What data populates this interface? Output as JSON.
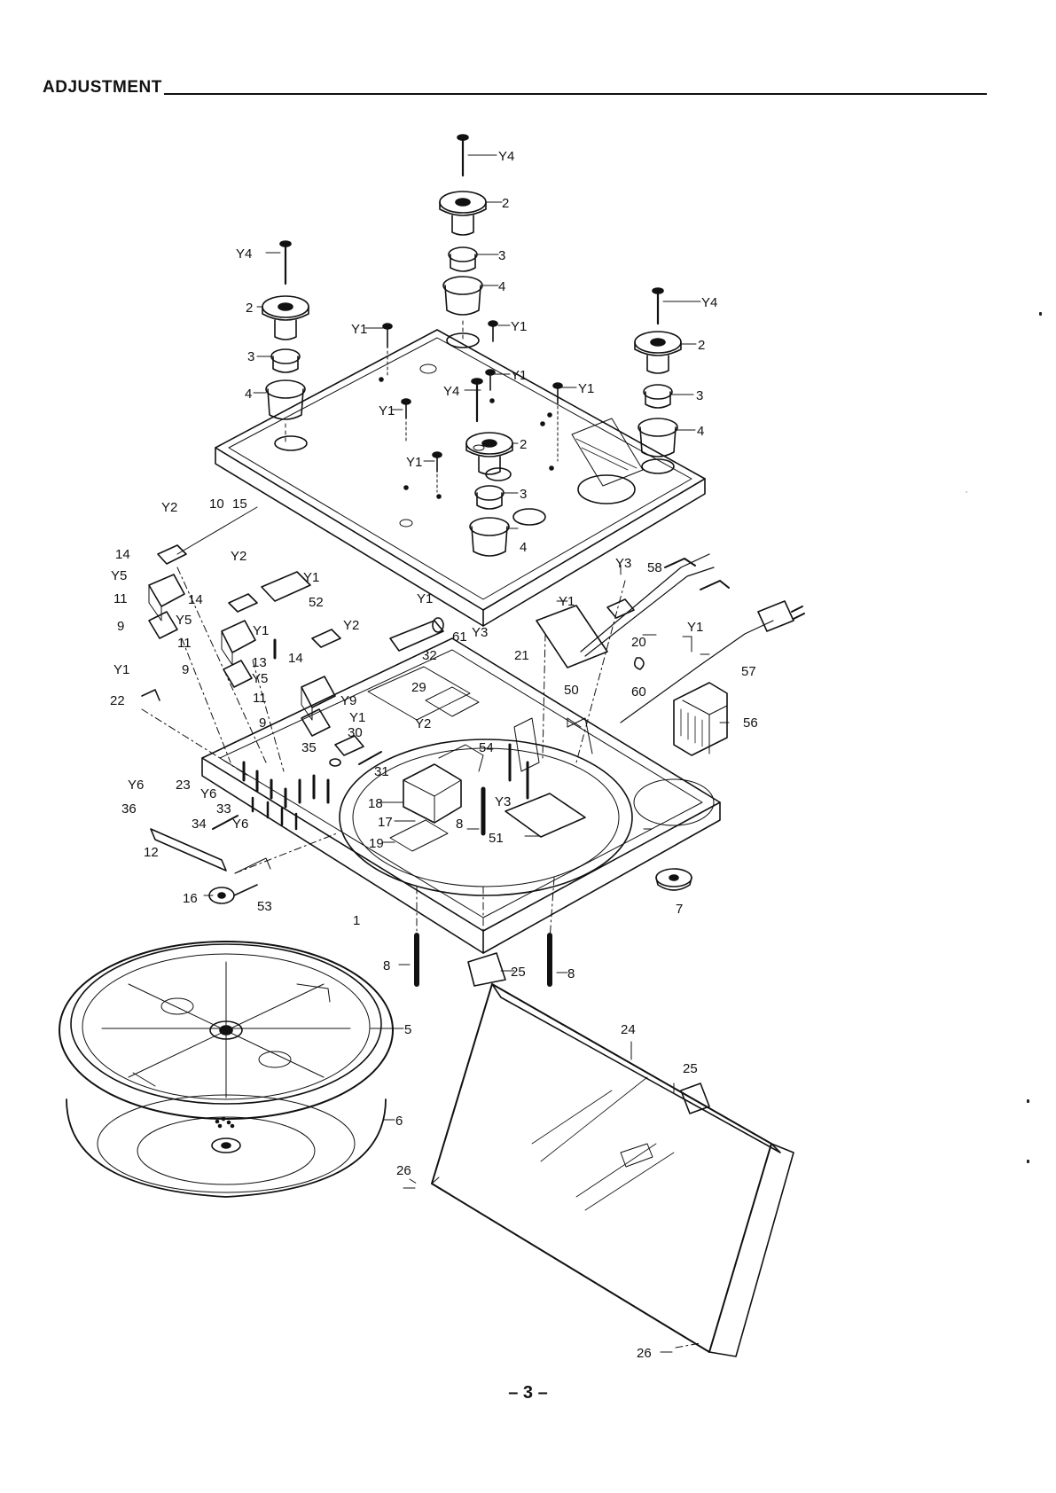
{
  "header": {
    "title": "ADJUSTMENT"
  },
  "page_number": "– 3 –",
  "callouts": {
    "y4_top": "Y4",
    "p2_top": "2",
    "p3_top": "3",
    "p4_top": "4",
    "y4_left": "Y4",
    "p2_left": "2",
    "p3_left": "3",
    "p4_left": "4",
    "y4_right": "Y4",
    "p2_right": "2",
    "p3_right": "3",
    "p4_right": "4",
    "y4_mid": "Y4",
    "p2_mid": "2",
    "p3_mid": "3",
    "p4_mid": "4",
    "y1_a": "Y1",
    "y1_b": "Y1",
    "y1_c": "Y1",
    "y1_d": "Y1",
    "y1_e": "Y1",
    "y1_f": "Y1",
    "p10": "10",
    "p15": "15",
    "y2_a": "Y2",
    "p14_a": "14",
    "y5_a": "Y5",
    "p11_a": "11",
    "p9_a": "9",
    "y2_b": "Y2",
    "y1_g": "Y1",
    "p52": "52",
    "p14_b": "14",
    "y5_b": "Y5",
    "p11_b": "11",
    "p9_b": "9",
    "y1_h": "Y1",
    "p13": "13",
    "y5_c": "Y5",
    "y2_c": "Y2",
    "p14_c": "14",
    "p11_c": "11",
    "p9_c": "9",
    "y1_i": "Y1",
    "p61": "61",
    "p32": "32",
    "y3_a": "Y3",
    "p21": "21",
    "y1_j": "Y1",
    "p50": "50",
    "y3_b": "Y3",
    "p58": "58",
    "p20": "20",
    "p60": "60",
    "y1_k": "Y1",
    "p57": "57",
    "p56": "56",
    "y1_l": "Y1",
    "p22": "22",
    "p29": "29",
    "y9": "Y9",
    "y1_m": "Y1",
    "p30": "30",
    "p35": "35",
    "p31": "31",
    "y2_d": "Y2",
    "p54": "54",
    "y6_a": "Y6",
    "p23": "23",
    "p36": "36",
    "y6_b": "Y6",
    "p34": "34",
    "p33": "33",
    "y6_c": "Y6",
    "p12": "12",
    "p18": "18",
    "p17": "17",
    "p19": "19",
    "p8_a": "8",
    "y3_c": "Y3",
    "p51": "51",
    "p16": "16",
    "p53": "53",
    "p1": "1",
    "p7": "7",
    "p8_b": "8",
    "p25_a": "25",
    "p8_c": "8",
    "p5": "5",
    "p6": "6",
    "p24": "24",
    "p25_b": "25",
    "p26_a": "26",
    "p26_b": "26"
  }
}
